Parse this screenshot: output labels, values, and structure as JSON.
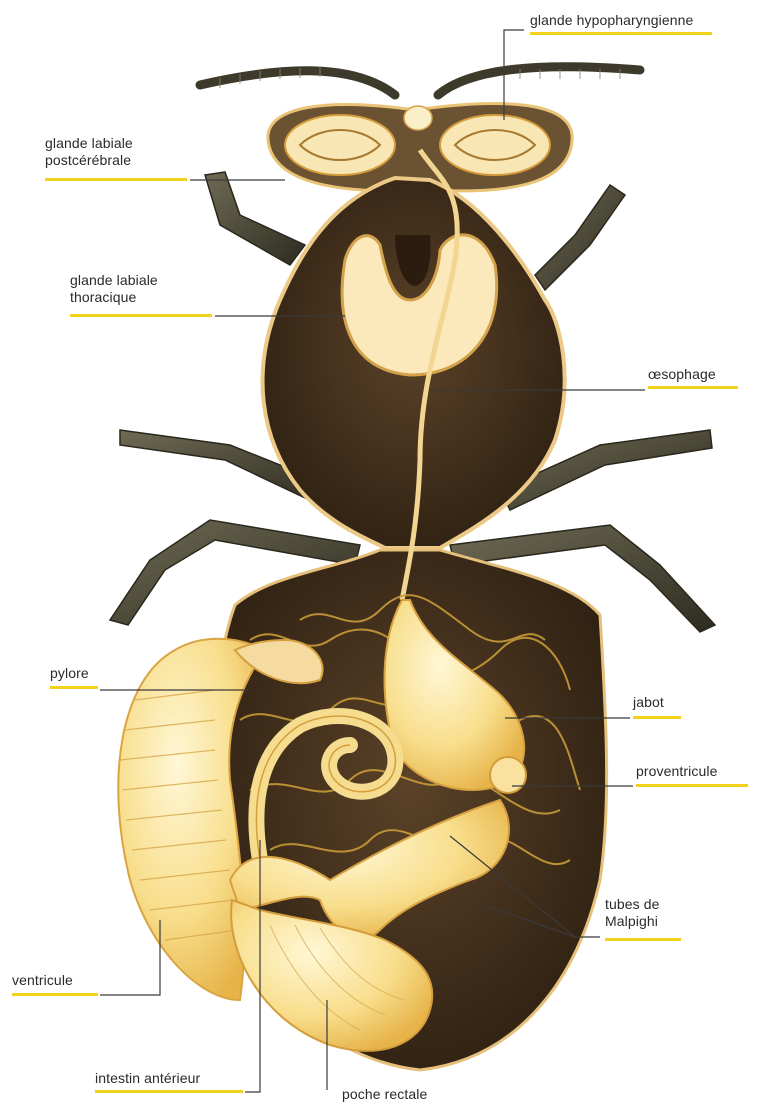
{
  "labels": {
    "hypopharyngienne": "glande hypopharyngienne",
    "labiale_post_1": "glande labiale",
    "labiale_post_2": "postcérébrale",
    "labiale_thor_1": "glande labiale",
    "labiale_thor_2": "thoracique",
    "oesophage": "œsophage",
    "pylore": "pylore",
    "jabot": "jabot",
    "proventricule": "proventricule",
    "tubes_1": "tubes de",
    "tubes_2": "Malpighi",
    "ventricule": "ventricule",
    "intestin": "intestin antérieur",
    "poche": "poche rectale"
  },
  "colors": {
    "underline": "#f2d21b",
    "leader": "#3a3a3a",
    "body": "#4a3520",
    "organ": "#f6dc8e"
  }
}
